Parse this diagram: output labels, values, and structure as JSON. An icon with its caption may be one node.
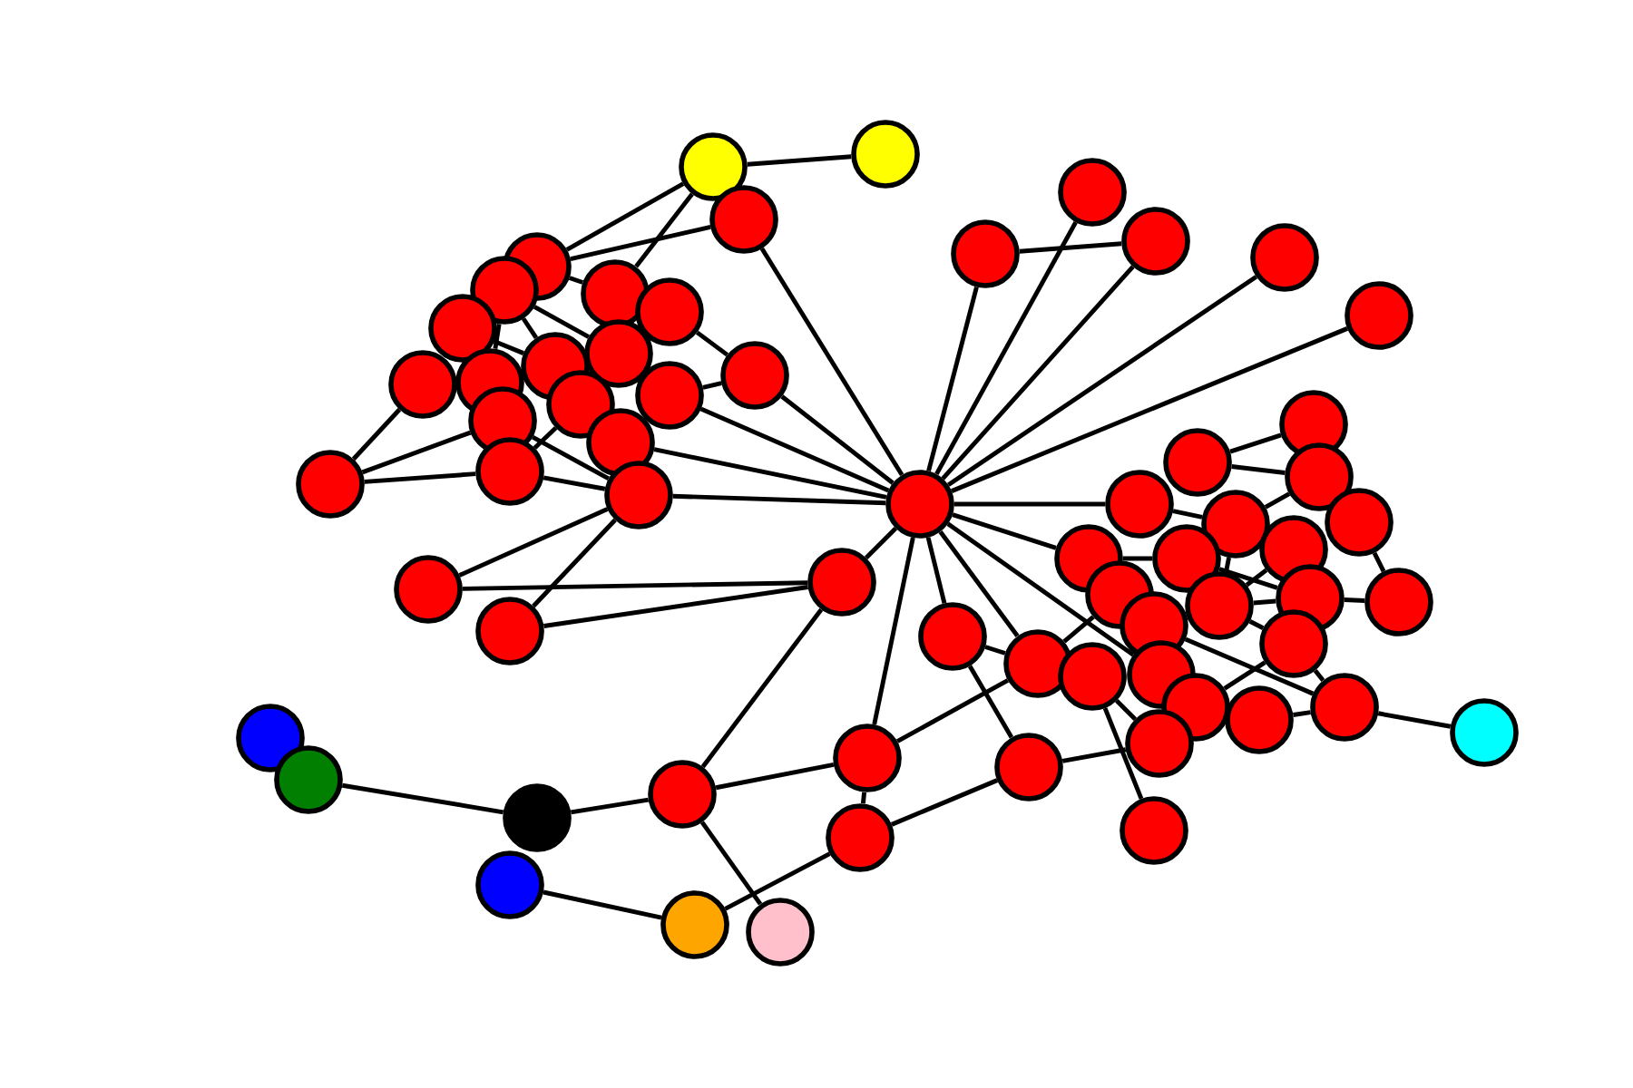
{
  "diagram": {
    "nodes": [
      {
        "text": [],
        "shape": "circle"
      },
      {
        "text": [],
        "shape": "circle"
      },
      {
        "text": [],
        "shape": "circle"
      },
      {
        "text": [],
        "shape": "circle"
      },
      {
        "text": [],
        "shape": "circle"
      },
      {
        "text": [],
        "shape": "circle"
      },
      {
        "text": [],
        "shape": "circle"
      },
      {
        "text": [],
        "shape": "circle"
      },
      {
        "text": [],
        "shape": "circle"
      },
      {
        "text": [],
        "shape": "circle"
      },
      {
        "text": [],
        "shape": "circle"
      },
      {
        "text": [],
        "shape": "circle"
      },
      {
        "text": [],
        "shape": "circle"
      },
      {
        "text": [],
        "shape": "circle"
      },
      {
        "text": [],
        "shape": "circle"
      },
      {
        "text": [],
        "shape": "circle"
      },
      {
        "text": [],
        "shape": "circle"
      },
      {
        "text": [],
        "shape": "circle"
      },
      {
        "text": [],
        "shape": "circle"
      },
      {
        "text": [],
        "shape": "circle"
      },
      {
        "text": [],
        "shape": "circle"
      },
      {
        "text": [],
        "shape": "circle"
      },
      {
        "text": [],
        "shape": "circle"
      },
      {
        "text": [],
        "shape": "circle"
      },
      {
        "text": [],
        "shape": "circle"
      },
      {
        "text": [],
        "shape": "circle"
      },
      {
        "text": [],
        "shape": "circle"
      },
      {
        "text": [],
        "shape": "circle"
      },
      {
        "text": [],
        "shape": "circle"
      },
      {
        "text": [],
        "shape": "circle"
      },
      {
        "text": [],
        "shape": "circle"
      },
      {
        "text": [],
        "shape": "circle"
      },
      {
        "text": [],
        "shape": "circle"
      },
      {
        "text": [],
        "shape": "circle"
      },
      {
        "text": [],
        "shape": "circle"
      },
      {
        "text": [],
        "shape": "circle"
      },
      {
        "text": [],
        "shape": "circle"
      },
      {
        "text": [],
        "shape": "circle"
      },
      {
        "text": [],
        "shape": "circle"
      },
      {
        "text": [],
        "shape": "circle"
      },
      {
        "text": [],
        "shape": "circle"
      },
      {
        "text": [],
        "shape": "circle"
      },
      {
        "text": [],
        "shape": "circle"
      },
      {
        "text": [],
        "shape": "circle"
      },
      {
        "text": [],
        "shape": "circle"
      },
      {
        "text": [],
        "shape": "circle"
      },
      {
        "text": [],
        "shape": "circle"
      },
      {
        "text": [],
        "shape": "circle"
      },
      {
        "text": [],
        "shape": "circle"
      },
      {
        "text": [],
        "shape": "circle"
      },
      {
        "text": [],
        "shape": "circle"
      },
      {
        "text": [],
        "shape": "circle"
      },
      {
        "text": [],
        "shape": "circle"
      },
      {
        "text": [],
        "shape": "circle"
      },
      {
        "text": [],
        "shape": "circle"
      },
      {
        "text": [],
        "shape": "circle"
      },
      {
        "text": [],
        "shape": "circle"
      },
      {
        "text": [],
        "shape": "circle"
      },
      {
        "text": [],
        "shape": "circle"
      },
      {
        "text": [],
        "shape": "circle"
      },
      {
        "text": [],
        "shape": "circle"
      },
      {
        "text": [],
        "shape": "circle"
      },
      {
        "text": [],
        "shape": "circle"
      },
      {
        "text": [],
        "shape": "circle"
      }
    ],
    "edges": [
      {
        "from": 0,
        "to": 1,
        "arrow": "none"
      },
      {
        "from": 0,
        "to": 3,
        "arrow": "none"
      },
      {
        "from": 0,
        "to": 5,
        "arrow": "none"
      },
      {
        "from": 2,
        "to": 3,
        "arrow": "none"
      },
      {
        "from": 2,
        "to": 63,
        "arrow": "none"
      },
      {
        "from": 3,
        "to": 5,
        "arrow": "none"
      },
      {
        "from": 4,
        "to": 8,
        "arrow": "none"
      },
      {
        "from": 4,
        "to": 9,
        "arrow": "none"
      },
      {
        "from": 6,
        "to": 12,
        "arrow": "none"
      },
      {
        "from": 7,
        "to": 9,
        "arrow": "none"
      },
      {
        "from": 10,
        "to": 18,
        "arrow": "none"
      },
      {
        "from": 11,
        "to": 4,
        "arrow": "none"
      },
      {
        "from": 12,
        "to": 13,
        "arrow": "none"
      },
      {
        "from": 12,
        "to": 63,
        "arrow": "none"
      },
      {
        "from": 13,
        "to": 63,
        "arrow": "none"
      },
      {
        "from": 14,
        "to": 17,
        "arrow": "none"
      },
      {
        "from": 15,
        "to": 19,
        "arrow": "none"
      },
      {
        "from": 16,
        "to": 63,
        "arrow": "none"
      },
      {
        "from": 17,
        "to": 19,
        "arrow": "none"
      },
      {
        "from": 18,
        "to": 17,
        "arrow": "none"
      },
      {
        "from": 18,
        "to": 15,
        "arrow": "none"
      },
      {
        "from": 19,
        "to": 63,
        "arrow": "none"
      },
      {
        "from": 20,
        "to": 52,
        "arrow": "none"
      },
      {
        "from": 20,
        "to": 19,
        "arrow": "none"
      },
      {
        "from": 21,
        "to": 52,
        "arrow": "none"
      },
      {
        "from": 21,
        "to": 19,
        "arrow": "none"
      },
      {
        "from": 22,
        "to": 24,
        "arrow": "none"
      },
      {
        "from": 22,
        "to": 63,
        "arrow": "none"
      },
      {
        "from": 23,
        "to": 63,
        "arrow": "none"
      },
      {
        "from": 24,
        "to": 63,
        "arrow": "none"
      },
      {
        "from": 25,
        "to": 63,
        "arrow": "none"
      },
      {
        "from": 26,
        "to": 63,
        "arrow": "none"
      },
      {
        "from": 27,
        "to": 28,
        "arrow": "none"
      },
      {
        "from": 28,
        "to": 29,
        "arrow": "none"
      },
      {
        "from": 29,
        "to": 31,
        "arrow": "none"
      },
      {
        "from": 30,
        "to": 63,
        "arrow": "none"
      },
      {
        "from": 31,
        "to": 30,
        "arrow": "none"
      },
      {
        "from": 31,
        "to": 37,
        "arrow": "none"
      },
      {
        "from": 32,
        "to": 39,
        "arrow": "none"
      },
      {
        "from": 33,
        "to": 63,
        "arrow": "none"
      },
      {
        "from": 34,
        "to": 33,
        "arrow": "none"
      },
      {
        "from": 34,
        "to": 38,
        "arrow": "none"
      },
      {
        "from": 35,
        "to": 37,
        "arrow": "none"
      },
      {
        "from": 36,
        "to": 42,
        "arrow": "none"
      },
      {
        "from": 38,
        "to": 37,
        "arrow": "none"
      },
      {
        "from": 38,
        "to": 39,
        "arrow": "none"
      },
      {
        "from": 41,
        "to": 37,
        "arrow": "none"
      },
      {
        "from": 41,
        "to": 47,
        "arrow": "none"
      },
      {
        "from": 42,
        "to": 63,
        "arrow": "none"
      },
      {
        "from": 44,
        "to": 63,
        "arrow": "none"
      },
      {
        "from": 45,
        "to": 41,
        "arrow": "none"
      },
      {
        "from": 46,
        "to": 47,
        "arrow": "none"
      },
      {
        "from": 47,
        "to": 40,
        "arrow": "none"
      },
      {
        "from": 47,
        "to": 49,
        "arrow": "none"
      },
      {
        "from": 48,
        "to": 43,
        "arrow": "none"
      },
      {
        "from": 50,
        "to": 48,
        "arrow": "none"
      },
      {
        "from": 50,
        "to": 53,
        "arrow": "none"
      },
      {
        "from": 51,
        "to": 43,
        "arrow": "none"
      },
      {
        "from": 52,
        "to": 63,
        "arrow": "none"
      },
      {
        "from": 52,
        "to": 56,
        "arrow": "none"
      },
      {
        "from": 53,
        "to": 63,
        "arrow": "none"
      },
      {
        "from": 53,
        "to": 42,
        "arrow": "none"
      },
      {
        "from": 54,
        "to": 63,
        "arrow": "none"
      },
      {
        "from": 54,
        "to": 55,
        "arrow": "none"
      },
      {
        "from": 54,
        "to": 42,
        "arrow": "none"
      },
      {
        "from": 55,
        "to": 50,
        "arrow": "none"
      },
      {
        "from": 56,
        "to": 57,
        "arrow": "none"
      },
      {
        "from": 56,
        "to": 62,
        "arrow": "none"
      },
      {
        "from": 56,
        "to": 54,
        "arrow": "none"
      },
      {
        "from": 57,
        "to": 59,
        "arrow": "none"
      },
      {
        "from": 60,
        "to": 61,
        "arrow": "none"
      },
      {
        "from": 61,
        "to": 55,
        "arrow": "none"
      }
    ]
  }
}
